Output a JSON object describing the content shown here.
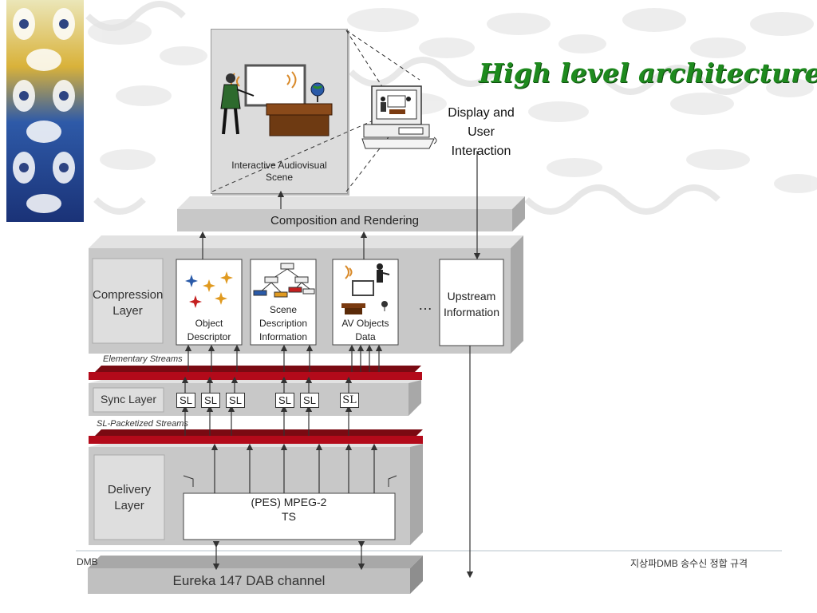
{
  "title": "High level architecture",
  "scene": {
    "label": "Interactive Audiovisual Scene"
  },
  "display": {
    "label": "Display and User Interaction"
  },
  "composition": {
    "label": "Composition and Rendering"
  },
  "compression": {
    "layer_label": "Compression Layer",
    "object_descriptor": "Object Descriptor",
    "scene_description": "Scene Description Information",
    "av_objects": "AV Objects Data",
    "ellipsis": "…",
    "upstream": "Upstream Information"
  },
  "elementary_streams": "Elementary Streams",
  "sync": {
    "layer_label": "Sync Layer",
    "sl_label": "SL"
  },
  "sl_packetized": "SL-Packetized Streams",
  "delivery": {
    "layer_label": "Delivery Layer",
    "ts_label": "(PES) MPEG-2 TS"
  },
  "channel": "Eureka 147 DAB channel",
  "footer": {
    "left": "DMB",
    "right": "지상파DMB 송수신 정합 규격"
  },
  "colors": {
    "title": "#1e8a1e",
    "stream_band": "#b30a1a",
    "slab": "#c8c8c8",
    "pattern_blue": "#1f3f8f",
    "pattern_gold": "#d9b23a"
  }
}
